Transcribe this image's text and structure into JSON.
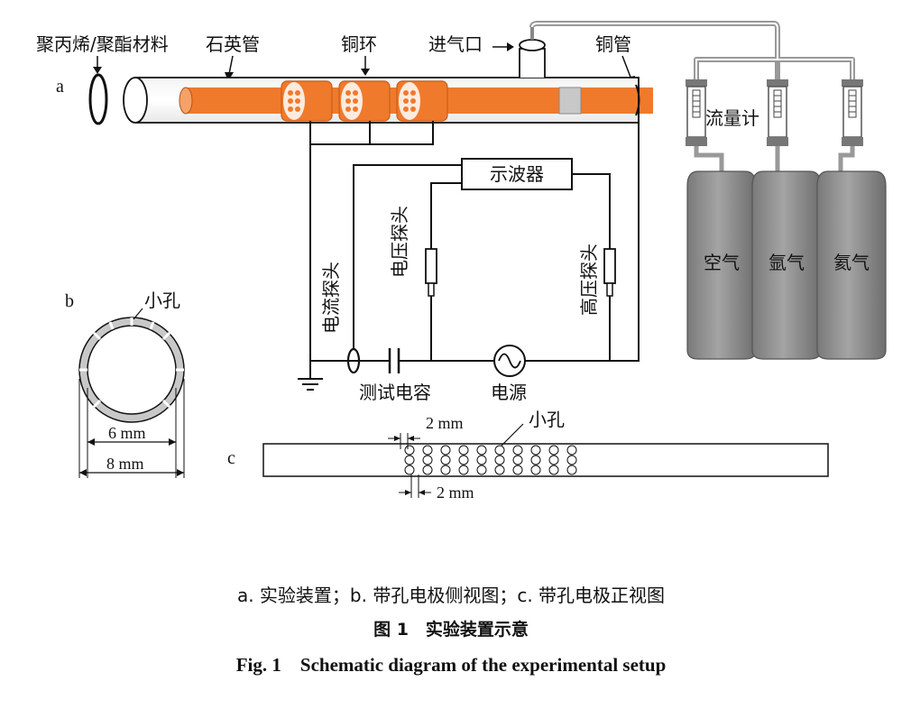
{
  "panels": {
    "a": "a",
    "b": "b",
    "c": "c"
  },
  "labels": {
    "sealing_material": "聚丙烯/聚酯材料",
    "quartz_tube": "石英管",
    "copper_ring": "铜环",
    "gas_inlet": "进气口",
    "copper_tube": "铜管",
    "flowmeter": "流量计",
    "oscilloscope": "示波器",
    "voltage_probe": "电压探头",
    "current_probe": "电流探头",
    "high_voltage_probe": "高压探头",
    "test_capacitor": "测试电容",
    "power_supply": "电源",
    "small_hole_b": "小孔",
    "small_hole_c": "小孔"
  },
  "gas_cylinders": [
    "空气",
    "氩气",
    "氦气"
  ],
  "dimensions": {
    "inner_diameter": "6 mm",
    "outer_diameter": "8 mm",
    "hole_spacing_top": "2 mm",
    "hole_spacing_bottom": "2 mm"
  },
  "captions": {
    "subcaption": "a. 实验装置；b. 带孔电极侧视图；c. 带孔电极正视图",
    "title_cn": "图 1　实验装置示意",
    "title_en": "Fig. 1　Schematic diagram of the experimental setup"
  },
  "colors": {
    "electrode_orange": "#f07a2b",
    "cylinder_gray": "#8e8e8e",
    "ring_gray": "#c8c8c8"
  }
}
